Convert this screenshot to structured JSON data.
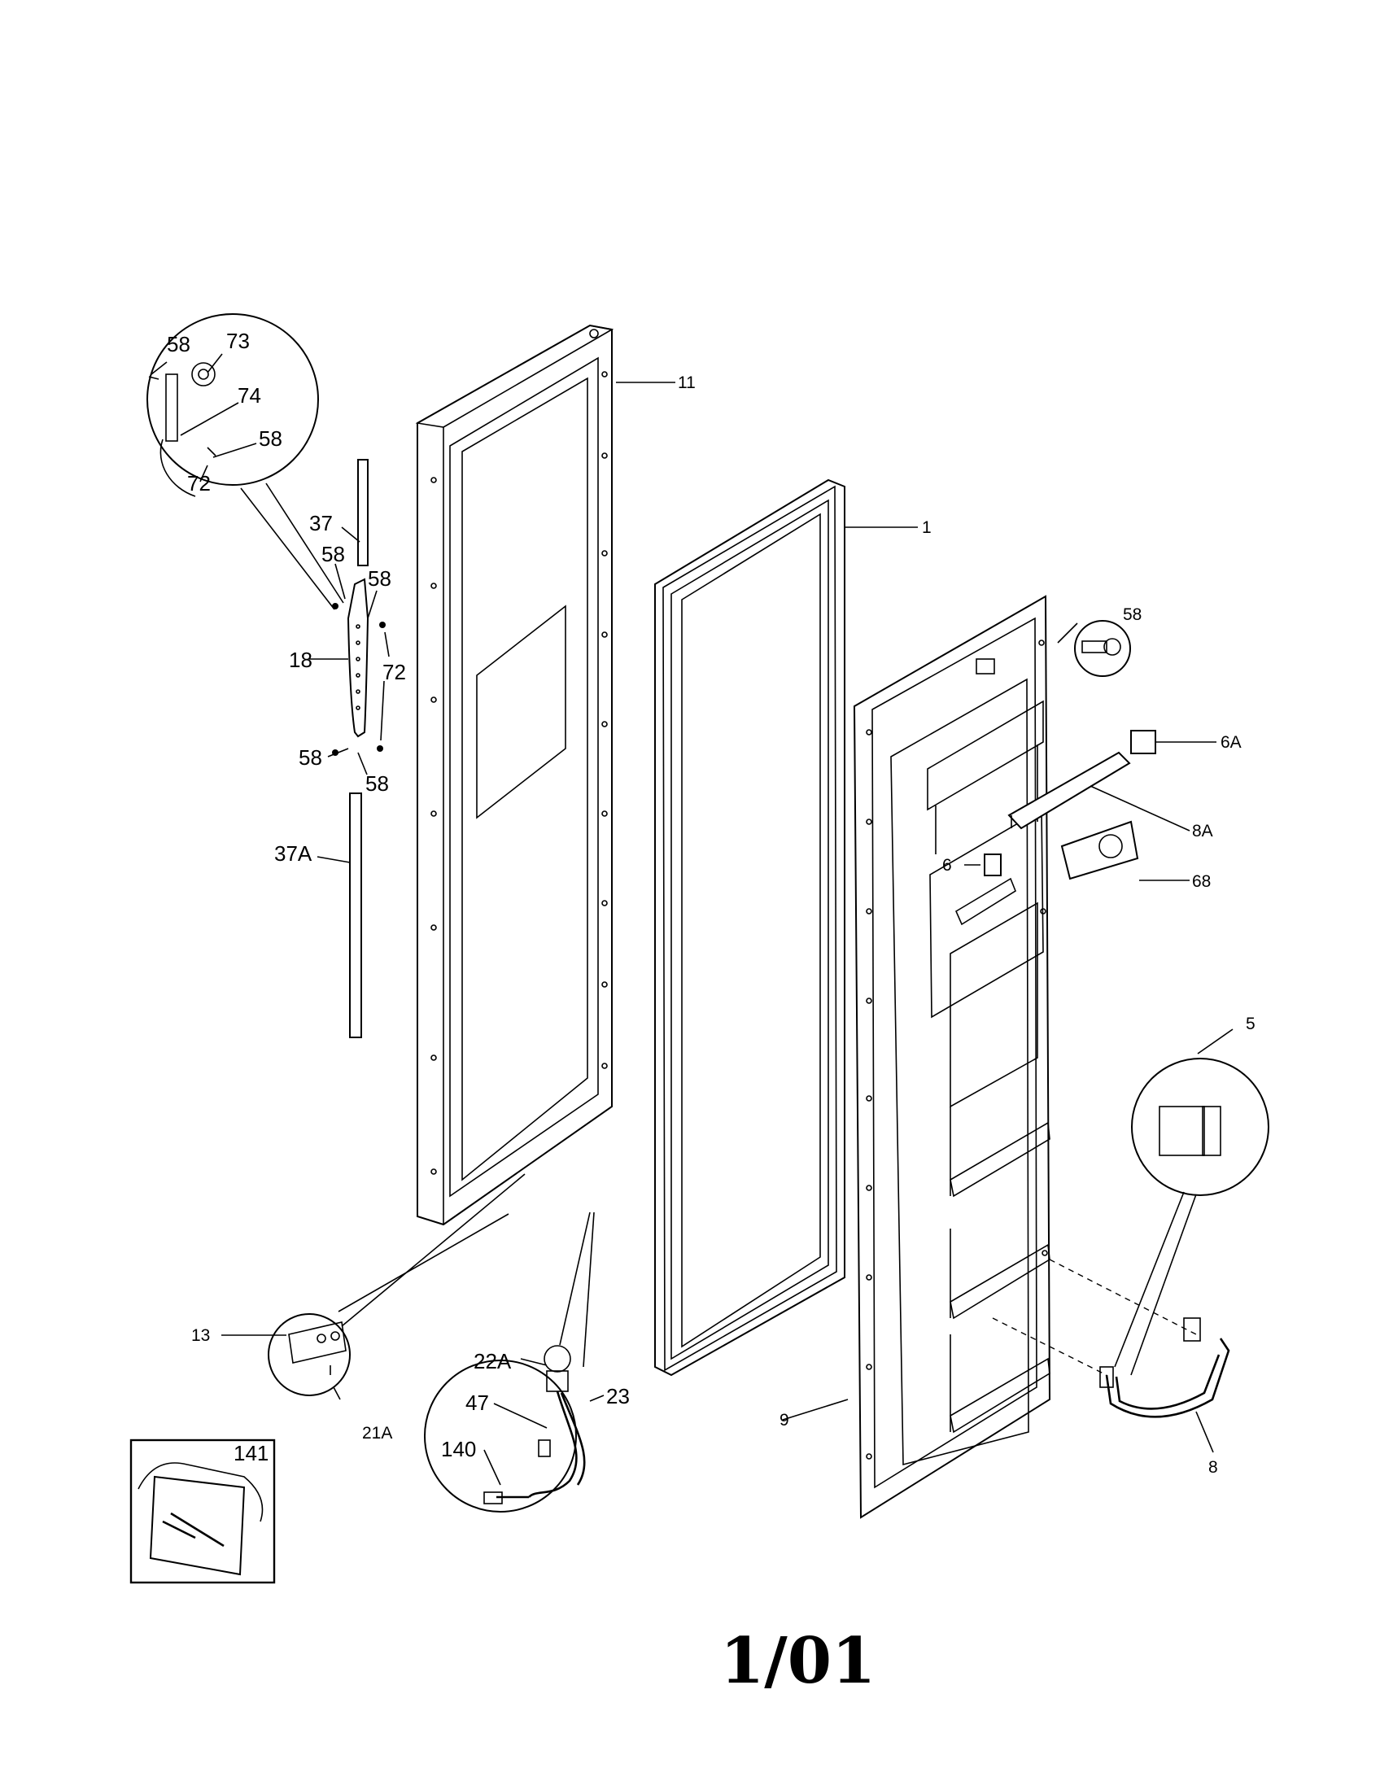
{
  "callouts": [
    {
      "id": "c58a",
      "text": "58"
    },
    {
      "id": "c73",
      "text": "73"
    },
    {
      "id": "c74",
      "text": "74"
    },
    {
      "id": "c58b",
      "text": "58"
    },
    {
      "id": "c72a",
      "text": "72"
    },
    {
      "id": "c37",
      "text": "37"
    },
    {
      "id": "c58c",
      "text": "58"
    },
    {
      "id": "c58d",
      "text": "58"
    },
    {
      "id": "c18",
      "text": "18"
    },
    {
      "id": "c72b",
      "text": "72"
    },
    {
      "id": "c58e",
      "text": "58"
    },
    {
      "id": "c58f",
      "text": "58"
    },
    {
      "id": "c37A",
      "text": "37A"
    },
    {
      "id": "c11",
      "text": "11"
    },
    {
      "id": "c1",
      "text": "1"
    },
    {
      "id": "c58g",
      "text": "58"
    },
    {
      "id": "c6A",
      "text": "6A"
    },
    {
      "id": "c8A",
      "text": "8A"
    },
    {
      "id": "c6",
      "text": "6"
    },
    {
      "id": "c68",
      "text": "68"
    },
    {
      "id": "c5",
      "text": "5"
    },
    {
      "id": "c13",
      "text": "13"
    },
    {
      "id": "c21A",
      "text": "21A"
    },
    {
      "id": "c22A",
      "text": "22A"
    },
    {
      "id": "c23",
      "text": "23"
    },
    {
      "id": "c47",
      "text": "47"
    },
    {
      "id": "c140",
      "text": "140"
    },
    {
      "id": "c141",
      "text": "141"
    },
    {
      "id": "c9",
      "text": "9"
    },
    {
      "id": "c8",
      "text": "8"
    }
  ],
  "page_number": "1/01"
}
